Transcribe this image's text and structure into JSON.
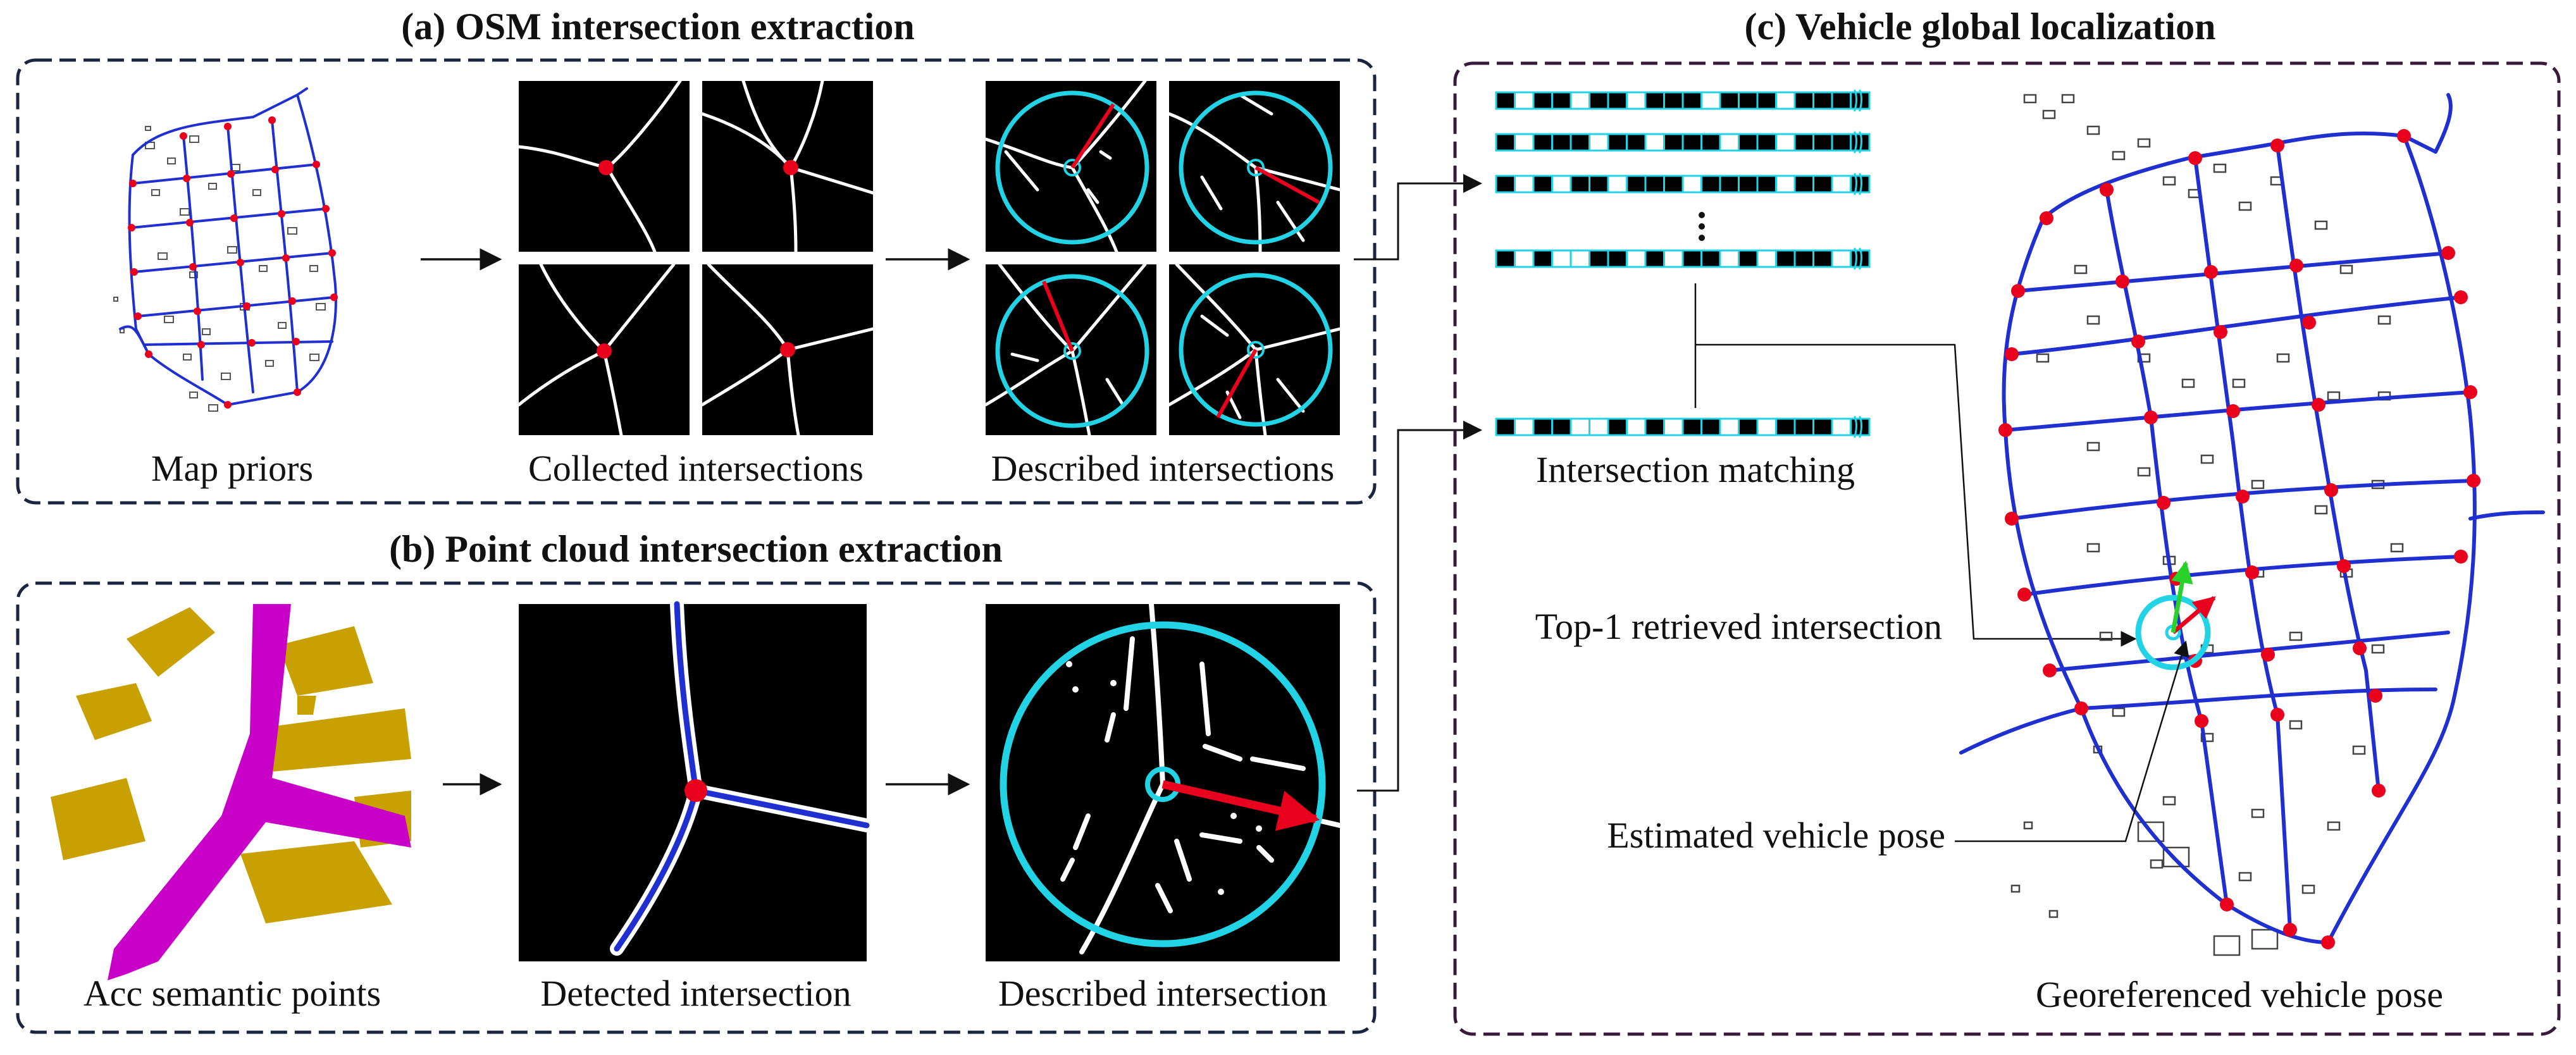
{
  "panels": {
    "a": {
      "title": "(a) OSM intersection extraction",
      "captions": [
        "Map priors",
        "Collected intersections",
        "Described intersections"
      ]
    },
    "b": {
      "title": "(b) Point cloud intersection extraction",
      "captions": [
        "Acc semantic points",
        "Detected intersection",
        "Described intersection"
      ]
    },
    "c": {
      "title": "(c) Vehicle global localization",
      "captions": [
        "Intersection matching",
        "Top-1 retrieved intersection",
        "Estimated vehicle pose",
        "Georeferenced vehicle pose"
      ]
    }
  },
  "descriptor_bits": {
    "rows": [
      [
        1,
        0,
        1,
        1,
        0,
        1,
        1,
        0,
        1,
        1,
        1,
        0,
        1,
        1,
        1,
        0,
        1,
        1,
        1,
        1
      ],
      [
        1,
        0,
        1,
        1,
        1,
        0,
        1,
        1,
        0,
        1,
        1,
        1,
        0,
        1,
        1,
        0,
        1,
        1,
        1,
        1
      ],
      [
        1,
        0,
        1,
        0,
        1,
        1,
        0,
        1,
        1,
        1,
        0,
        1,
        1,
        1,
        1,
        0,
        1,
        1,
        0,
        1
      ],
      [
        1,
        0,
        1,
        0,
        0,
        1,
        1,
        0,
        1,
        0,
        1,
        1,
        0,
        1,
        0,
        1,
        1,
        1,
        0,
        1
      ]
    ],
    "query": [
      1,
      0,
      1,
      1,
      0,
      0,
      1,
      0,
      1,
      0,
      1,
      1,
      0,
      1,
      0,
      1,
      1,
      1,
      0,
      1
    ]
  },
  "colors": {
    "road": "#1f2fd0",
    "intersection": "#e8001c",
    "descriptor_ring": "#22d3e6",
    "direction": "#e8001c",
    "pose_forward": "#2bd12b",
    "semantic_road": "#c800c8",
    "semantic_building": "#c8a000",
    "panel_a_border": "#1a2540",
    "panel_c_border": "#3a1a3a"
  }
}
